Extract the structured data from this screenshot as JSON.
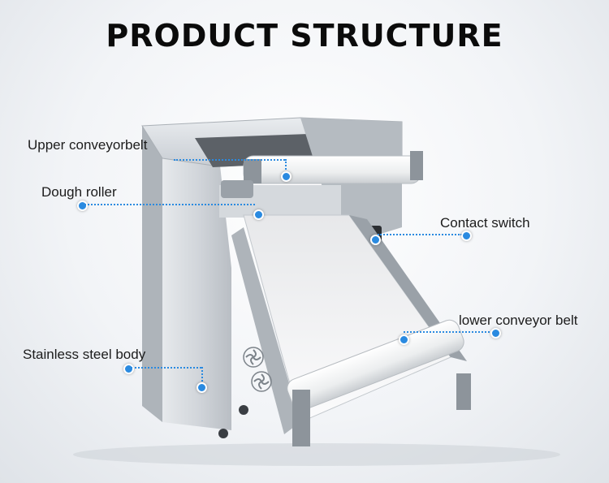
{
  "title": "PRODUCT STRUCTURE",
  "labels": {
    "upper_conveyor": "Upper conveyorbelt",
    "dough_roller": "Dough roller",
    "contact_switch": "Contact switch",
    "lower_conveyor": "lower conveyor belt",
    "body": "Stainless steel body"
  },
  "colors": {
    "accent": "#2a8ae0",
    "steel": "#c9ced4",
    "belt": "#f4f5f6"
  }
}
